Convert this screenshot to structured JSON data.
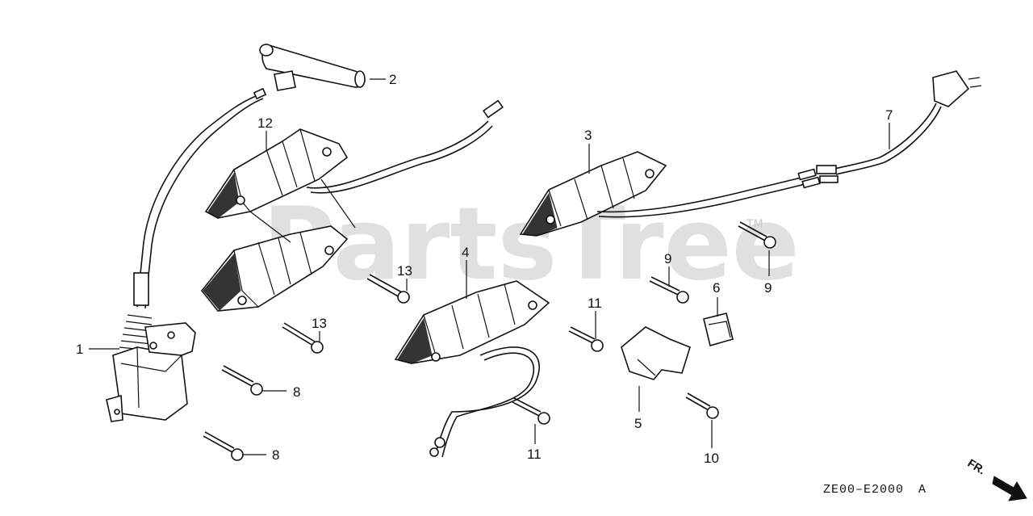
{
  "watermark": {
    "text": "PartsTree",
    "trademark": "TM"
  },
  "diagram_code": "ZE00–E2000",
  "diagram_code_suffix": "A",
  "direction_label": "FR.",
  "callouts": [
    {
      "id": "c1",
      "label": "1"
    },
    {
      "id": "c2",
      "label": "2"
    },
    {
      "id": "c3",
      "label": "3"
    },
    {
      "id": "c4",
      "label": "4"
    },
    {
      "id": "c5",
      "label": "5"
    },
    {
      "id": "c6",
      "label": "6"
    },
    {
      "id": "c7",
      "label": "7"
    },
    {
      "id": "c8a",
      "label": "8"
    },
    {
      "id": "c8b",
      "label": "8"
    },
    {
      "id": "c9a",
      "label": "9"
    },
    {
      "id": "c9b",
      "label": "9"
    },
    {
      "id": "c10",
      "label": "10"
    },
    {
      "id": "c11a",
      "label": "11"
    },
    {
      "id": "c11b",
      "label": "11"
    },
    {
      "id": "c12",
      "label": "12"
    },
    {
      "id": "c13a",
      "label": "13"
    },
    {
      "id": "c13b",
      "label": "13"
    }
  ]
}
